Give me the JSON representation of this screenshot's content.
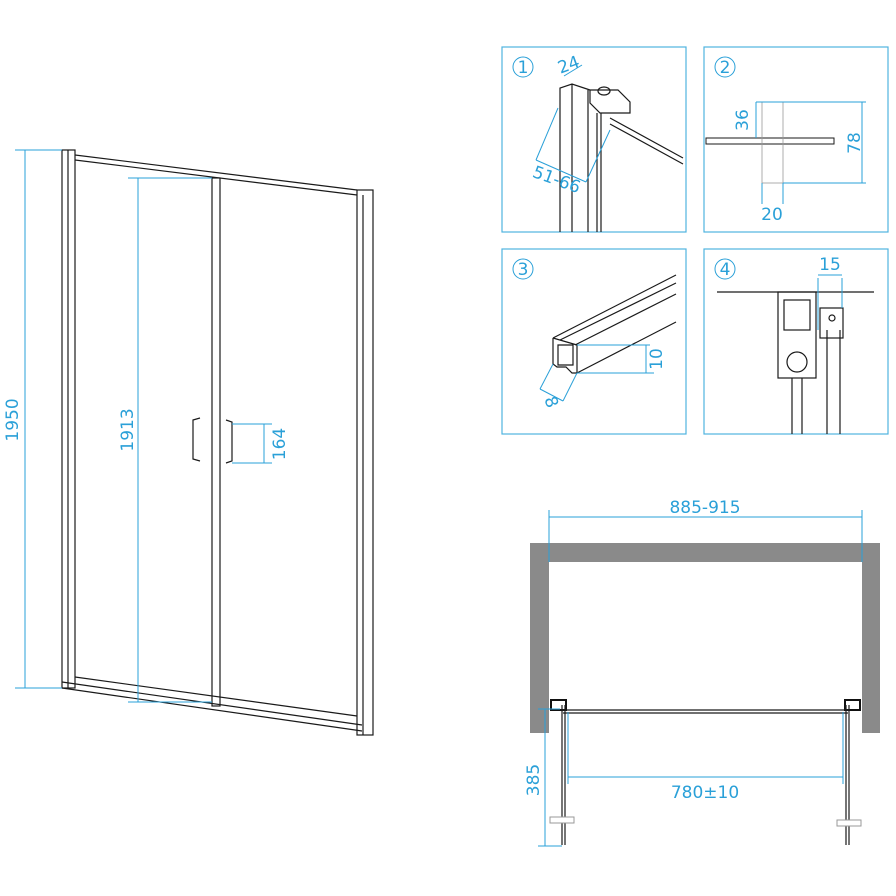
{
  "front_view": {
    "total_height": "1950",
    "glass_height": "1913",
    "handle_height": "164"
  },
  "details": [
    {
      "number": "1",
      "dims": [
        "24",
        "51-66"
      ]
    },
    {
      "number": "2",
      "dims": [
        "36",
        "78",
        "20"
      ]
    },
    {
      "number": "3",
      "dims": [
        "10",
        "8"
      ]
    },
    {
      "number": "4",
      "dims": [
        "15"
      ]
    }
  ],
  "plan_view": {
    "opening_width": "885-915",
    "door_width": "780±10",
    "door_swing_depth": "385"
  },
  "colors": {
    "dimension": "#2aa0d8",
    "panel_border": "#4fb3e0",
    "wall": "#8a8a8a"
  }
}
